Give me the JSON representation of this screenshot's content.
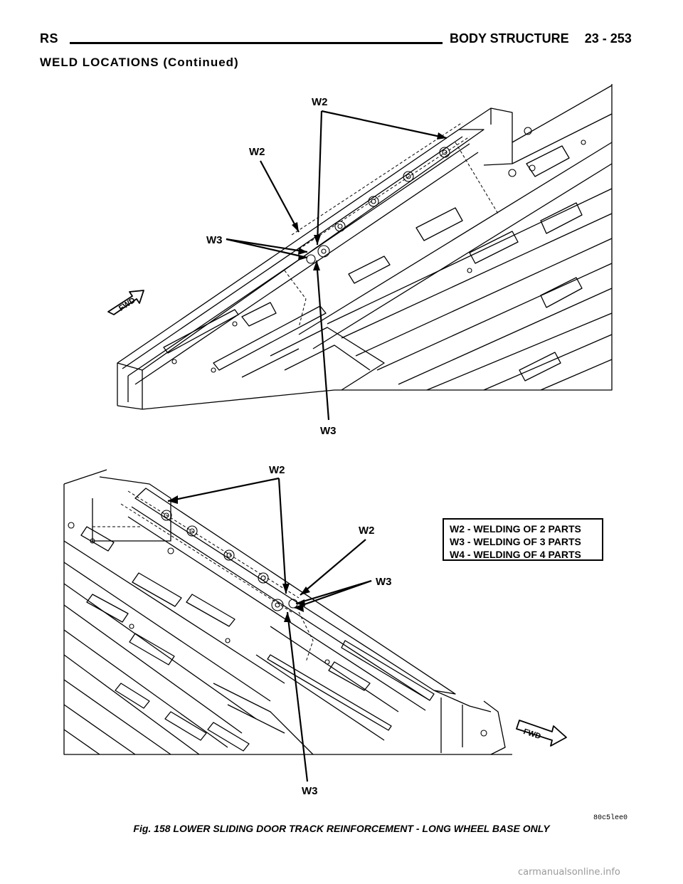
{
  "header": {
    "left": "RS",
    "title": "BODY STRUCTURE",
    "page": "23 - 253"
  },
  "section_title": "WELD LOCATIONS (Continued)",
  "figure_top": {
    "callouts": [
      "W2",
      "W2",
      "W3",
      "W3"
    ],
    "fwd_label": "FWD"
  },
  "figure_bottom": {
    "callouts": [
      "W2",
      "W2",
      "W3",
      "W3"
    ],
    "fwd_label": "FWD",
    "legend": [
      "W2 - WELDING OF 2 PARTS",
      "W3 - WELDING OF 3 PARTS",
      "W4 - WELDING OF 4 PARTS"
    ]
  },
  "figure_code": "80c5lee0",
  "caption": "Fig. 158 LOWER SLIDING DOOR TRACK REINFORCEMENT - LONG WHEEL BASE ONLY",
  "watermark": "carmanualsonline.info"
}
